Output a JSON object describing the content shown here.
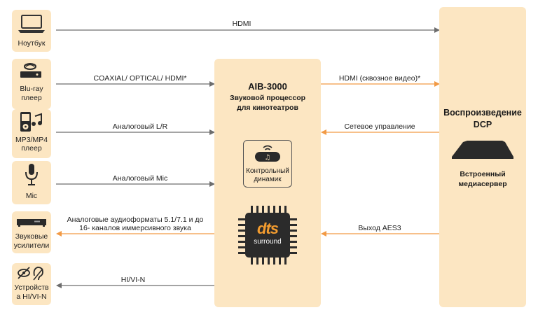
{
  "devices": {
    "laptop": {
      "label": "Ноутбук"
    },
    "bluray": {
      "label1": "Blu-ray",
      "label2": "плеер"
    },
    "mp3": {
      "label1": "MP3/MP4",
      "label2": "плеер"
    },
    "mic": {
      "label": "Mic"
    },
    "amps": {
      "label1": "Звуковые",
      "label2": "усилители"
    },
    "hivi": {
      "label1": "Устройств",
      "label2": "а HI/VI-N"
    }
  },
  "connections": {
    "hdmi_top": "HDMI",
    "coaxial": "COAXIAL/ OPTICAL/ HDMI*",
    "analog_lr": "Аналоговый L/R",
    "analog_mic": "Аналоговый Mic",
    "analog_out1": "Аналоговые аудиоформаты 5.1/7.1 и до",
    "analog_out2": "16- каналов иммерсивного звука",
    "hivin": "HI/VI-N",
    "hdmi_passthrough": "HDMI (сквозное видео)*",
    "network": "Сетевое управление",
    "aes3": "Выход AES3"
  },
  "processor": {
    "title": "AIB-3000",
    "subtitle1": "Звуковой процессор",
    "subtitle2": "для кинотеатров",
    "monitor1": "Контрольный",
    "monitor2": "динамик",
    "chip_brand": "dts",
    "chip_sub": "surround"
  },
  "dcp": {
    "title1": "Воспроизведение",
    "title2": "DCP",
    "sub1": "Встроенный",
    "sub2": "медиасервер"
  },
  "colors": {
    "box": "#fce6c2",
    "gray_line": "#6d6d6d",
    "orange_line": "#f29a45",
    "chip": "#2b2b2b",
    "dts_orange": "#f39c2f"
  }
}
